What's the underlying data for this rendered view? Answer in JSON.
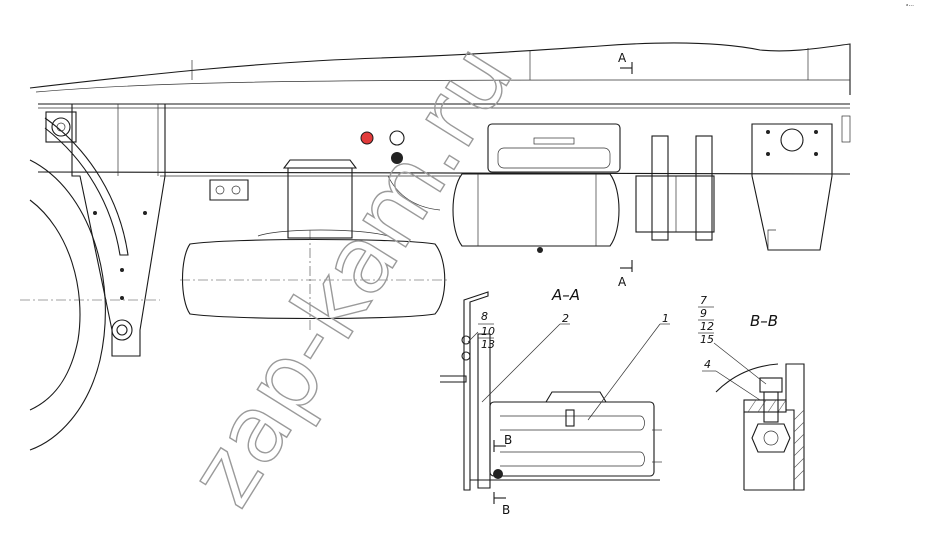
{
  "watermark": "zap-kam.ru",
  "corner_note": "ᵃ···",
  "sections": {
    "aa_view_title": "A–A",
    "bb_view_title": "B–B",
    "cut_a_top": "A",
    "cut_a_bottom": "A",
    "cut_b_top": "B",
    "cut_b_bottom": "B"
  },
  "callouts": {
    "aa_stack": [
      "8",
      "10",
      "13"
    ],
    "aa_leader_2": "2",
    "aa_leader_1": "1",
    "bb_stack": [
      "7",
      "9",
      "12",
      "15"
    ],
    "bb_leader_4": "4"
  },
  "colors": {
    "line": "#1a1a1a",
    "highlight": "#e23b3b",
    "watermark": "#9a9a9a"
  }
}
